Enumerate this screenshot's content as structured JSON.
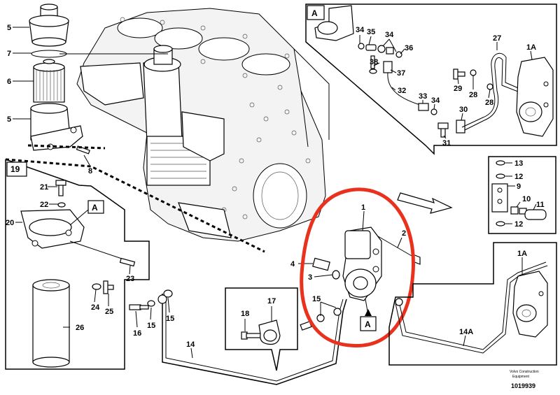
{
  "diagram": {
    "doc_number": "1019939",
    "brand_lines": [
      "Volvo Construction",
      "Equipment"
    ],
    "view_labels": {
      "detail_a_top": "A",
      "detail_a_filter": "A",
      "detail_a_pump": "A",
      "box_19": "19"
    },
    "callouts": {
      "c5_top": "5",
      "c7": "7",
      "c6": "6",
      "c5_bottom": "5",
      "c8": "8",
      "c21": "21",
      "c22": "22",
      "c20": "20",
      "c23": "23",
      "c24": "24",
      "c25": "25",
      "c26": "26",
      "c16": "16",
      "c15_left": "15",
      "c15_mid": "15",
      "c14": "14",
      "c18": "18",
      "c17": "17",
      "c1": "1",
      "c2": "2",
      "c4": "4",
      "c3": "3",
      "c15_pump": "15",
      "c34_a": "34",
      "c35": "35",
      "c34_b": "34",
      "c36": "36",
      "c38": "38",
      "c37": "37",
      "c32": "32",
      "c33": "33",
      "c34_c": "34",
      "c31": "31",
      "c30": "30",
      "c29": "29",
      "c28_a": "28",
      "c28_b": "28",
      "c27": "27",
      "c1a_top": "1A",
      "c13": "13",
      "c12_a": "12",
      "c9": "9",
      "c10": "10",
      "c11": "11",
      "c12_b": "12",
      "c1a_bottom": "1A",
      "c14a": "14A"
    },
    "colors": {
      "highlight": "#e8321e",
      "line": "#000000"
    }
  }
}
